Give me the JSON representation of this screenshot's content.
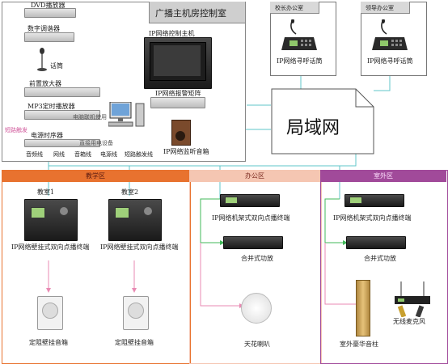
{
  "control_room": {
    "title": "广播主机房控制室",
    "devices": {
      "dvd": "DVD播放器",
      "tuner": "数字调谐器",
      "mic": "话筒",
      "preamp": "前置放大器",
      "mp3": "MP3定时播放器",
      "power_seq": "电源时序器",
      "host": "IP网络控制主机",
      "alarm_matrix": "IP网络报警矩阵",
      "monitor": "IP网络监听音箱"
    },
    "notes": {
      "pc_link": "电脑联机使用",
      "alarm_signal": "短路触发",
      "power_control": "直接用电设备"
    },
    "legend": [
      "音频线",
      "网线",
      "音箱线",
      "电源线",
      "短路触发线"
    ]
  },
  "offices": [
    {
      "room": "校长办公室",
      "device": "IP网络寻呼话筒"
    },
    {
      "room": "领导办公室",
      "device": "IP网络寻呼话筒"
    }
  ],
  "lan": {
    "label": "局域网"
  },
  "zones": [
    {
      "name": "教学区",
      "color": "#e8722f",
      "rooms": [
        {
          "name": "教室1",
          "terminal": "IP网络壁挂式双向点播终端",
          "speaker": "定阻壁挂音箱"
        },
        {
          "name": "教室2",
          "terminal": "IP网络壁挂式双向点播终端",
          "speaker": "定阻壁挂音箱"
        }
      ]
    },
    {
      "name": "办公区",
      "color": "#f5c6b2",
      "terminal": "IP网络机架式双向点播终端",
      "amp": "合并式功放",
      "speaker": "天花喇叭"
    },
    {
      "name": "室外区",
      "color": "#a14a9a",
      "terminal": "IP网络机架式双向点播终端",
      "amp": "合并式功放",
      "speaker": "室外豪华音柱",
      "mic": "无线麦克风"
    }
  ]
}
